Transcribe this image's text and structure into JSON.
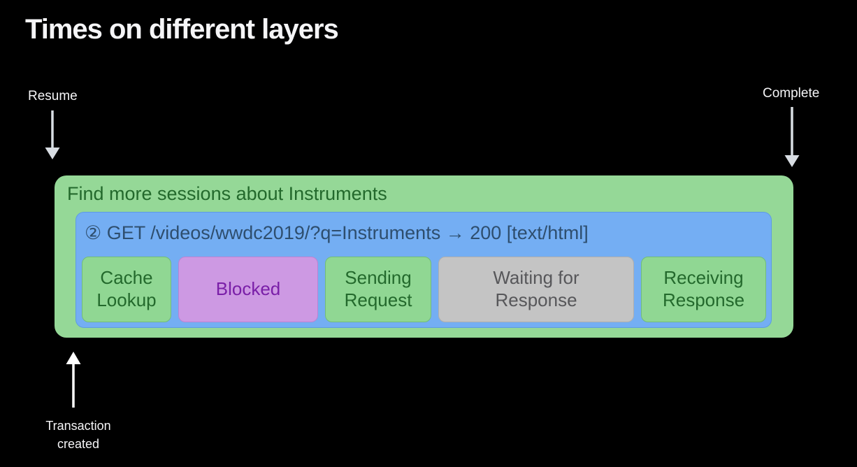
{
  "slide": {
    "title": "Times on different layers"
  },
  "annotations": {
    "resume": {
      "label": "Resume"
    },
    "complete": {
      "label": "Complete"
    },
    "transaction_created": {
      "label": "Transaction created",
      "lines": [
        "Transaction",
        "created"
      ]
    }
  },
  "diagram": {
    "task": {
      "label": "Find more sessions about Instruments"
    },
    "transaction": {
      "label": "② GET /videos/wwdc2019/?q=Instruments → 200 [text/html]"
    },
    "stages": [
      {
        "label": "Cache Lookup",
        "lines": [
          "Cache",
          "Lookup"
        ],
        "kind": "success"
      },
      {
        "label": "Blocked",
        "lines": [
          "Blocked"
        ],
        "kind": "blocked"
      },
      {
        "label": "Sending Request",
        "lines": [
          "Sending",
          "Request"
        ],
        "kind": "success"
      },
      {
        "label": "Waiting for Response",
        "lines": [
          "Waiting for",
          "Response"
        ],
        "kind": "waiting"
      },
      {
        "label": "Receiving Response",
        "lines": [
          "Receiving",
          "Response"
        ],
        "kind": "success"
      }
    ]
  },
  "colors": {
    "background": "#000000",
    "title_text": "#f5f5f7",
    "annotation_text": "#f5f5f7",
    "annotation_arrow": "#d8dde3",
    "transaction_arrow": "#ffffff",
    "task_bg": "#95d897",
    "task_text": "#23692c",
    "txn_bg": "#74aef3",
    "txn_border": "#5d9be4",
    "txn_text": "#2e4e6e",
    "stage_green_bg": "#90d793",
    "stage_green_border": "#72bd79",
    "stage_green_text": "#23692c",
    "stage_purple_bg": "#cd99e3",
    "stage_purple_border": "#ba83d3",
    "stage_purple_text": "#7a1fa8",
    "stage_gray_bg": "#c4c4c4",
    "stage_gray_border": "#aeaeae",
    "stage_gray_text": "#57575a"
  }
}
